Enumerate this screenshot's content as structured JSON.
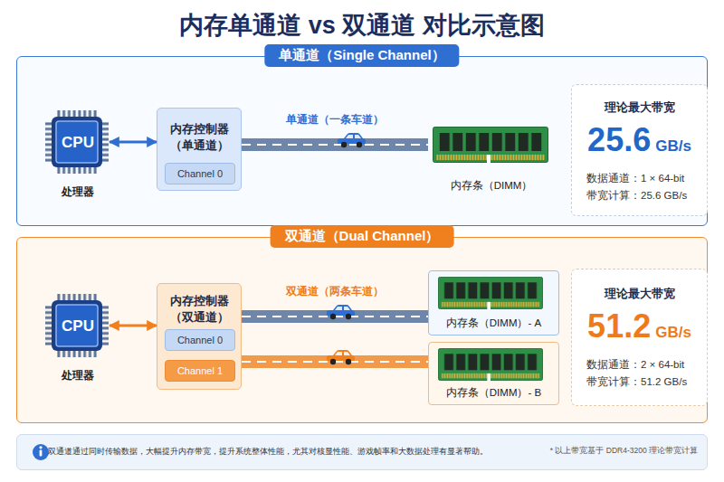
{
  "diagram": {
    "title": "内存单通道 vs 双通道 对比示意图",
    "nodes": [
      {
        "text": [
          "单通道（Single Channel）"
        ]
      },
      {
        "text": [
          "CPU",
          "处理器"
        ],
        "in": 0
      },
      {
        "text": [
          "内存控制器（单通道）"
        ],
        "in": 0
      },
      {
        "text": [
          "Channel 0"
        ],
        "in": 2
      },
      {
        "text": [
          "内存条（DIMM）"
        ],
        "in": 0
      },
      {
        "text": [
          "理论最大带宽",
          "25.6",
          "GB/s",
          "数据通道：1 × 64-bit",
          "带宽计算：25.6 GB/s"
        ],
        "in": 0
      },
      {
        "text": [
          "双通道（Dual Channel）"
        ]
      },
      {
        "text": [
          "CPU",
          "处理器"
        ],
        "in": 6
      },
      {
        "text": [
          "内存控制器（双通道）"
        ],
        "in": 6
      },
      {
        "text": [
          "Channel 0"
        ],
        "in": 8
      },
      {
        "text": [
          "Channel 1"
        ],
        "in": 8
      },
      {
        "text": [
          "内存条（DIMM）- A"
        ],
        "in": 6
      },
      {
        "text": [
          "内存条（DIMM）- B"
        ],
        "in": 6
      },
      {
        "text": [
          "理论最大带宽",
          "51.2",
          "GB/s",
          "数据通道：2 × 64-bit",
          "带宽计算：51.2 GB/s"
        ],
        "in": 6
      },
      {
        "text": [
          "双通道通过同时传输数据，大幅提升内存带宽，提升系统整体性能，尤其对核显性能、游戏帧率和大数据处理有显著帮助。",
          "* 以上带宽基于 DDR4-3200 理论带宽计算"
        ]
      }
    ],
    "edges": [
      {
        "from": 1,
        "to": 2,
        "arrow": "both"
      },
      {
        "from": 2,
        "to": 4,
        "label": "单通道（一条车道）",
        "arrow": "none"
      },
      {
        "from": 7,
        "to": 8,
        "arrow": "both"
      },
      {
        "from": 8,
        "to": 11,
        "label": "双通道（两条车道）",
        "arrow": "none"
      },
      {
        "from": 8,
        "to": 12,
        "arrow": "none"
      }
    ]
  }
}
